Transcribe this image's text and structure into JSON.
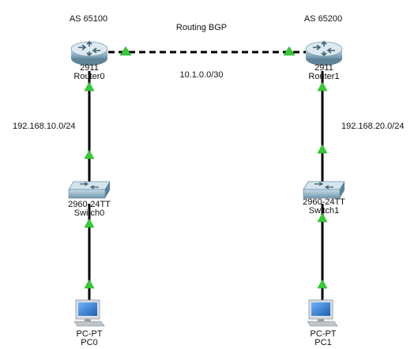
{
  "labels": {
    "as_left": "AS 65100",
    "as_right": "AS 65200",
    "protocol": "Routing BGP",
    "wan_subnet": "10.1.0.0/30",
    "lan_left": "192.168.10.0/24",
    "lan_right": "192.168.20.0/24"
  },
  "devices": {
    "router0": {
      "model": "2911",
      "name": "Router0"
    },
    "router1": {
      "model": "2911",
      "name": "Router1"
    },
    "switch0": {
      "model": "2960-24TT",
      "name": "Switch0"
    },
    "switch1": {
      "model": "2960-24TT",
      "name": "Switch1"
    },
    "pc0": {
      "model": "PC-PT",
      "name": "PC0"
    },
    "pc1": {
      "model": "PC-PT",
      "name": "PC1"
    }
  },
  "colors": {
    "link": "#000000",
    "link_up_indicator": "#33cc33",
    "router_body": "#8fb3c8",
    "switch_body": "#7fa7be",
    "pc_screen": "#2f7fcf"
  },
  "icons": {
    "router": "router-icon",
    "switch": "switch-icon",
    "pc": "pc-icon"
  }
}
